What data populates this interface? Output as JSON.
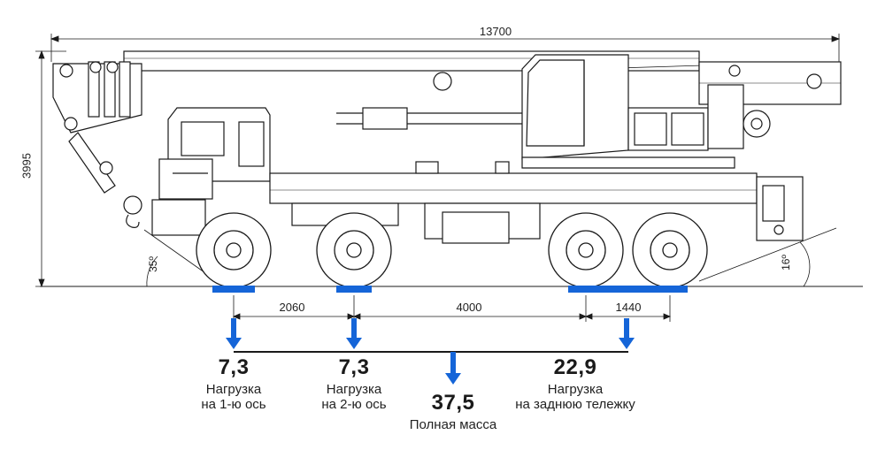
{
  "dimensions": {
    "overall_length": "13700",
    "overall_height": "3995",
    "axle_spacing_1_2": "2060",
    "axle_spacing_2_bogie": "4000",
    "bogie_spacing": "1440"
  },
  "angles": {
    "front": "35º",
    "rear": "16º"
  },
  "loads": {
    "front_axle_1": {
      "value": "7,3",
      "caption_1": "Нагрузка",
      "caption_2": "на 1-ю ось"
    },
    "front_axle_2": {
      "value": "7,3",
      "caption_1": "Нагрузка",
      "caption_2": "на 2-ю ось"
    },
    "rear_bogie": {
      "value": "22,9",
      "caption_1": "Нагрузка",
      "caption_2": "на заднюю тележку"
    },
    "total": {
      "value": "37,5",
      "caption": "Полная масса"
    }
  },
  "colors": {
    "line": "#1a1a1a",
    "arrow_blue": "#1565d8",
    "contact_blue": "#1565d8"
  }
}
